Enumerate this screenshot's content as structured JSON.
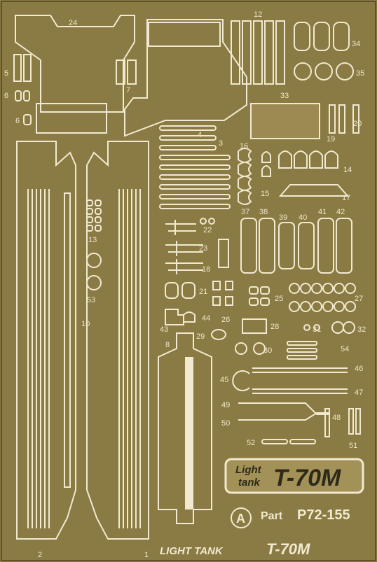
{
  "sheet": {
    "product_code": "P72-155",
    "brand": "Part",
    "logo_letter": "A",
    "bottom_caption_prefix": "LIGHT TANK",
    "bottom_caption_model": "T-70M",
    "plate": {
      "line1": "Light",
      "line2": "tank",
      "model": "T-70M"
    },
    "colors": {
      "brass": "#8b7a45",
      "brass_dark": "#6e5f30",
      "etch_line": "#f1ead0",
      "outline": "#2e2a1a"
    }
  },
  "part_numbers": [
    "1",
    "2",
    "3",
    "4",
    "5",
    "6",
    "6",
    "7",
    "8",
    "10",
    "12",
    "13",
    "14",
    "15",
    "16",
    "17",
    "18",
    "19",
    "20",
    "21",
    "22",
    "23",
    "24",
    "25",
    "26",
    "27",
    "28",
    "29",
    "30",
    "31",
    "32",
    "33",
    "34",
    "35",
    "37",
    "38",
    "39",
    "40",
    "41",
    "42",
    "43",
    "44",
    "45",
    "46",
    "47",
    "48",
    "49",
    "50",
    "51",
    "52",
    "53",
    "54"
  ]
}
